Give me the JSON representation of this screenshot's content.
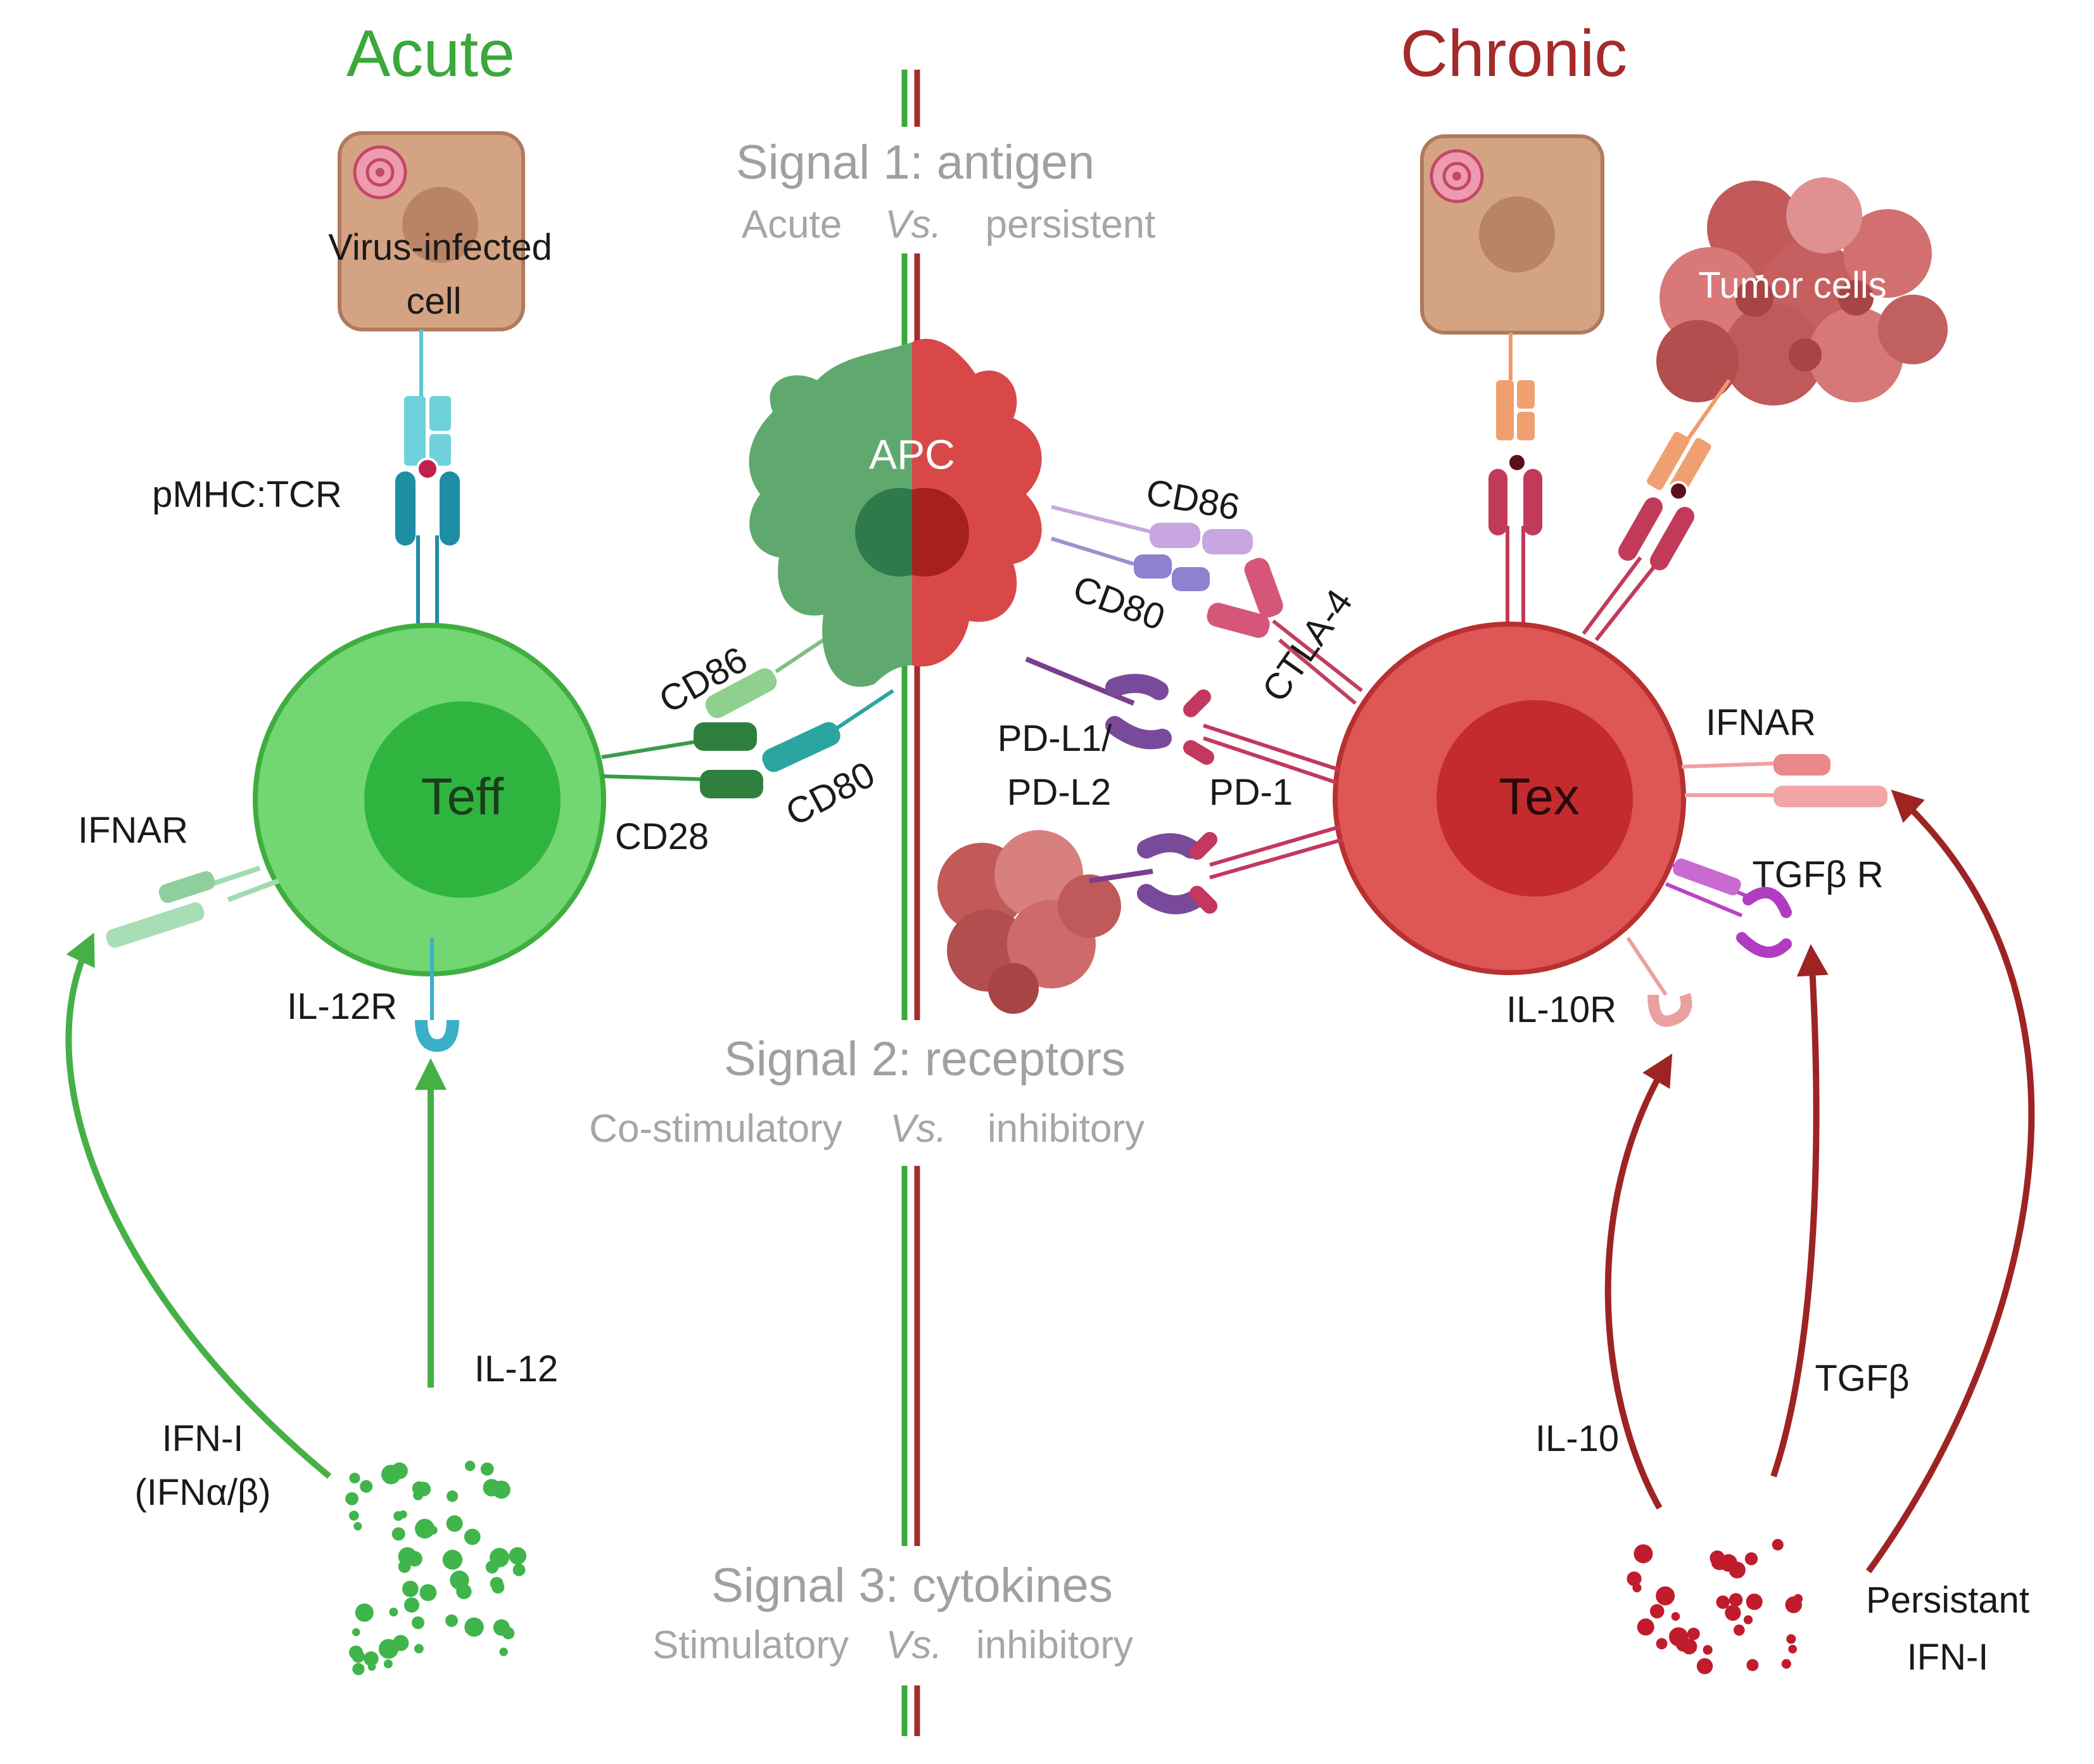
{
  "titles": {
    "acute": "Acute",
    "chronic": "Chronic"
  },
  "signal1": {
    "title": "Signal 1: antigen",
    "left": "Acute",
    "vs": "Vs.",
    "right": "persistent"
  },
  "signal2": {
    "title": "Signal 2: receptors",
    "left": "Co-stimulatory",
    "vs": "Vs.",
    "right": "inhibitory"
  },
  "signal3": {
    "title": "Signal 3: cytokines",
    "left": "Stimulatory",
    "vs": "Vs.",
    "right": "inhibitory"
  },
  "cells": {
    "virus_cell_line1": "Virus-infected",
    "virus_cell_line2": "cell",
    "apc": "APC",
    "teff": "Teff",
    "tex": "Tex",
    "tumor": "Tumor cells"
  },
  "labels": {
    "pmhc_tcr": "pMHC:TCR",
    "cd86_left": "CD86",
    "cd80_left": "CD80",
    "cd28": "CD28",
    "cd86_right": "CD86",
    "cd80_right": "CD80",
    "ctla4": "CTLA-4",
    "pdl_line1": "PD-L1/",
    "pdl_line2": "PD-L2",
    "pd1": "PD-1",
    "ifnar_left": "IFNAR",
    "ifnar_right": "IFNAR",
    "il12r": "IL-12R",
    "tgfbr": "TGFβ R",
    "il10r": "IL-10R",
    "il12": "IL-12",
    "ifn1_line1": "IFN-I",
    "ifn1_line2": "(IFNα/β)",
    "il10": "IL-10",
    "tgfb": "TGFβ",
    "persist_line1": "Persistant",
    "persist_line2": "IFN-I"
  },
  "colors": {
    "acute_green": "#3cb53c",
    "chronic_red": "#a52a2a",
    "teff_outer": "#6fd56f",
    "teff_inner": "#2ab33f",
    "tex_outer": "#de5555",
    "tex_inner": "#c42a2e",
    "apc_green": "#5fa96f",
    "apc_red": "#d84848",
    "signal_gray": "#a0a0a0"
  }
}
